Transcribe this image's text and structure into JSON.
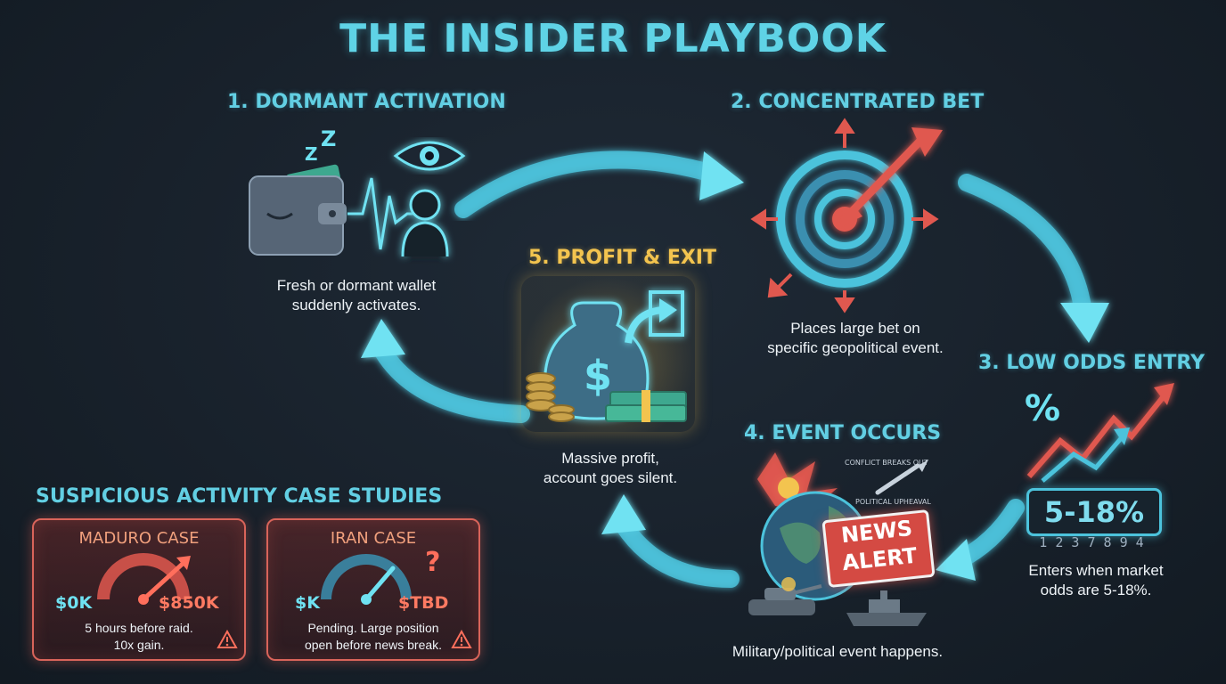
{
  "title": "THE INSIDER PLAYBOOK",
  "steps": [
    {
      "title": "1. DORMANT ACTIVATION",
      "desc_lines": [
        "Fresh or dormant wallet",
        "suddenly activates."
      ]
    },
    {
      "title": "2. CONCENTRATED BET",
      "desc_lines": [
        "Places large bet on",
        "specific geopolitical event."
      ]
    },
    {
      "title": "3. LOW ODDS ENTRY",
      "desc_lines": [
        "Enters when market",
        "odds are 5-18%."
      ],
      "odds_display": "5-18%",
      "digits": "1 2 3 7 8 9 4"
    },
    {
      "title": "4. EVENT OCCURS",
      "desc_lines": [
        "Military/political event happens."
      ],
      "badge_line1": "NEWS",
      "badge_line2": "ALERT",
      "tags": [
        "CONFLICT BREAKS OUT",
        "POLITICAL UPHEAVAL"
      ]
    },
    {
      "title": "5. PROFIT & EXIT",
      "desc_lines": [
        "Massive profit,",
        "account goes silent."
      ]
    }
  ],
  "case_studies": {
    "title": "SUSPICIOUS ACTIVITY CASE STUDIES",
    "cases": [
      {
        "title": "MADURO CASE",
        "start": "$0K",
        "end": "$850K",
        "desc_lines": [
          "5 hours before raid.",
          "10x gain."
        ]
      },
      {
        "title": "IRAN CASE",
        "start": "$K",
        "end": "$TBD",
        "desc_lines": [
          "Pending. Large position",
          "open before news break."
        ]
      }
    ]
  },
  "colors": {
    "accent": "#5fd3e6",
    "gold": "#f3c44f",
    "alert": "#e0584f",
    "background": "#18212b"
  },
  "icons": [
    "wallet-icon",
    "sleep-z-icon",
    "heartbeat-icon",
    "eye-icon",
    "person-icon",
    "target-icon",
    "arrow-icon",
    "money-bag-icon",
    "coins-icon",
    "cash-stack-icon",
    "exit-icon",
    "percent-icon",
    "chart-up-icon",
    "globe-icon",
    "explosion-icon",
    "missile-icon",
    "tank-icon",
    "ship-icon",
    "gauge-icon",
    "warning-icon",
    "question-icon"
  ]
}
